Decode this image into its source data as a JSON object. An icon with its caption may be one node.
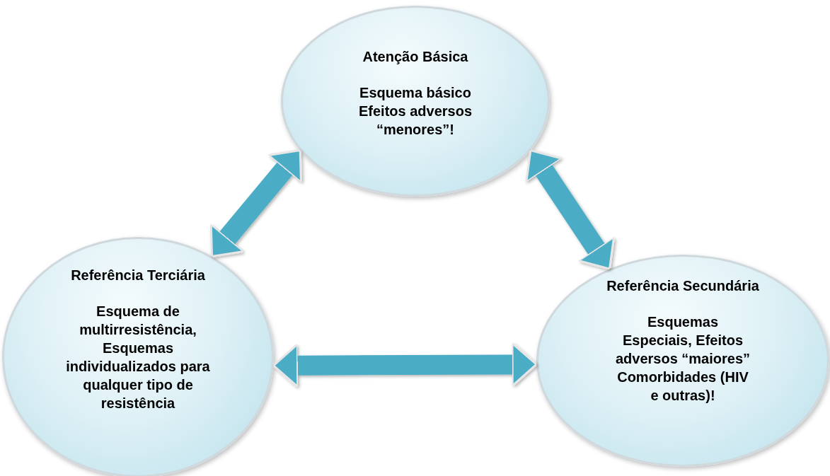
{
  "diagram": {
    "nodes": [
      {
        "text": [
          "Atenção Básica",
          "Esquema básico Efeitos adversos “menores”!"
        ]
      },
      {
        "text": [
          "Referência Terciária",
          "Esquema de multirresistência, Esquemas individualizados para qualquer tipo de resistência"
        ]
      },
      {
        "text": [
          "Referência Secundária",
          "Esquemas Especiais, Efeitos adversos “maiores” Comorbidades (HIV e outras)!"
        ]
      }
    ],
    "edges": [
      {
        "from": 0,
        "to": 1,
        "arrow": "both"
      },
      {
        "from": 0,
        "to": 2,
        "arrow": "both"
      },
      {
        "from": 1,
        "to": 2,
        "arrow": "both"
      }
    ]
  }
}
